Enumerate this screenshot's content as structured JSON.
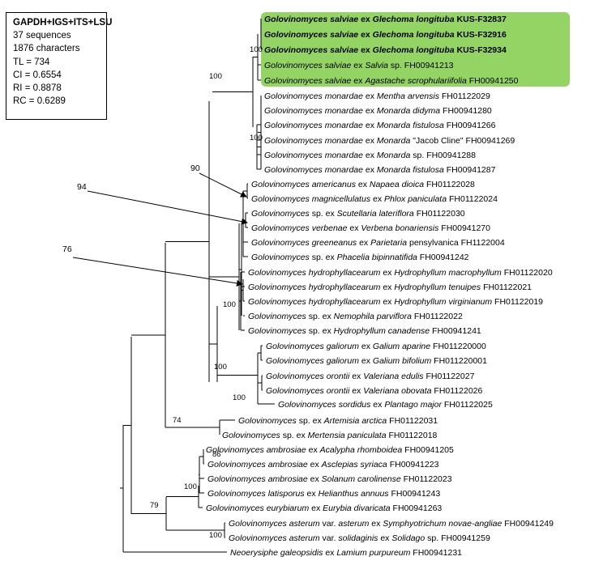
{
  "stats": {
    "title": "GAPDH+IGS+ITS+LSU",
    "lines": [
      "37 sequences",
      "1876 characters",
      "TL = 734",
      "CI = 0.6554",
      "RI = 0.8878",
      "RC = 0.6289"
    ]
  },
  "highlight_color": "#93d465",
  "taxa": [
    {
      "segments": [
        [
          "Golovinomyces salviae",
          true
        ],
        [
          " ex ",
          false
        ],
        [
          "Glechoma longituba",
          true
        ],
        [
          " KUS-F32837",
          false
        ]
      ],
      "bold": true
    },
    {
      "segments": [
        [
          "Golovinomyces salviae",
          true
        ],
        [
          " ex ",
          false
        ],
        [
          "Glechoma longituba",
          true
        ],
        [
          " KUS-F32916",
          false
        ]
      ],
      "bold": true
    },
    {
      "segments": [
        [
          "Golovinomyces salviae",
          true
        ],
        [
          " ex ",
          false
        ],
        [
          "Glechoma longituba",
          true
        ],
        [
          " KUS-F32934",
          false
        ]
      ],
      "bold": true
    },
    {
      "segments": [
        [
          "Golovinomyces salviae",
          true
        ],
        [
          " ex ",
          false
        ],
        [
          "Salvia",
          true
        ],
        [
          " sp. FH00941213",
          false
        ]
      ]
    },
    {
      "segments": [
        [
          "Golovinomyces salviae",
          true
        ],
        [
          " ex ",
          false
        ],
        [
          "Agastache scrophulariifolia",
          true
        ],
        [
          " FH00941250",
          false
        ]
      ]
    },
    {
      "segments": [
        [
          "Golovinomyces monardae",
          true
        ],
        [
          " ex ",
          false
        ],
        [
          "Mentha arvensis",
          true
        ],
        [
          " FH01122029",
          false
        ]
      ]
    },
    {
      "segments": [
        [
          "Golovinomyces monardae",
          true
        ],
        [
          " ex ",
          false
        ],
        [
          "Monarda didyma",
          true
        ],
        [
          " FH00941280",
          false
        ]
      ]
    },
    {
      "segments": [
        [
          "Golovinomyces monardae",
          true
        ],
        [
          " ex ",
          false
        ],
        [
          "Monarda fistulosa",
          true
        ],
        [
          " FH00941266",
          false
        ]
      ]
    },
    {
      "segments": [
        [
          "Golovinomyces monardae",
          true
        ],
        [
          " ex ",
          false
        ],
        [
          "Monarda",
          true
        ],
        [
          " \"Jacob Cline\" FH00941269",
          false
        ]
      ]
    },
    {
      "segments": [
        [
          "Golovinomyces monardae",
          true
        ],
        [
          " ex ",
          false
        ],
        [
          "Monarda",
          true
        ],
        [
          " sp. FH00941288",
          false
        ]
      ]
    },
    {
      "segments": [
        [
          "Golovinomyces monardae",
          true
        ],
        [
          " ex ",
          false
        ],
        [
          "Monarda fistulosa",
          true
        ],
        [
          " FH00941287",
          false
        ]
      ]
    },
    {
      "segments": [
        [
          "Golovinomyces americanus",
          true
        ],
        [
          " ex ",
          false
        ],
        [
          "Napaea dioica",
          true
        ],
        [
          " FH01122028",
          false
        ]
      ]
    },
    {
      "segments": [
        [
          "Golovinomyces magnicellulatus",
          true
        ],
        [
          " ex ",
          false
        ],
        [
          "Phlox paniculata",
          true
        ],
        [
          " FH01122024",
          false
        ]
      ]
    },
    {
      "segments": [
        [
          "Golovinomyces",
          true
        ],
        [
          " sp. ex ",
          false
        ],
        [
          "Scutellaria lateriflora",
          true
        ],
        [
          " FH01122030",
          false
        ]
      ]
    },
    {
      "segments": [
        [
          "Golovinomyces verbenae",
          true
        ],
        [
          " ex ",
          false
        ],
        [
          "Verbena bonariensis",
          true
        ],
        [
          " FH00941270",
          false
        ]
      ]
    },
    {
      "segments": [
        [
          "Golovinomyces greeneanus",
          true
        ],
        [
          " ex ",
          false
        ],
        [
          "Parietaria",
          true
        ],
        [
          " pensylvanica FH1122004",
          false
        ]
      ]
    },
    {
      "segments": [
        [
          "Golovinomyces",
          true
        ],
        [
          " sp. ex ",
          false
        ],
        [
          "Phacelia bipinnatifida",
          true
        ],
        [
          " FH00941242",
          false
        ]
      ]
    },
    {
      "segments": [
        [
          "Golovinomyces hydrophyllacearum",
          true
        ],
        [
          " ex ",
          false
        ],
        [
          "Hydrophyllum macrophyllum",
          true
        ],
        [
          " FH01122020",
          false
        ]
      ]
    },
    {
      "segments": [
        [
          "Golovinomyces hydrophyllacearum",
          true
        ],
        [
          " ex ",
          false
        ],
        [
          "Hydrophyllum tenuipes",
          true
        ],
        [
          " FH01122021",
          false
        ]
      ]
    },
    {
      "segments": [
        [
          "Golovinomyces hydrophyllacearum",
          true
        ],
        [
          " ex ",
          false
        ],
        [
          "Hydrophyllum virginianum",
          true
        ],
        [
          " FH01122019",
          false
        ]
      ]
    },
    {
      "segments": [
        [
          "Golovinomyces",
          true
        ],
        [
          " sp. ex ",
          false
        ],
        [
          "Nemophila parviflora",
          true
        ],
        [
          " FH01122022",
          false
        ]
      ]
    },
    {
      "segments": [
        [
          "Golovinomyces",
          true
        ],
        [
          " sp. ex ",
          false
        ],
        [
          "Hydrophyllum canadense",
          true
        ],
        [
          " FH00941241",
          false
        ]
      ]
    },
    {
      "segments": [
        [
          "Golovinomyces galiorum",
          true
        ],
        [
          " ex ",
          false
        ],
        [
          "Galium aparine",
          true
        ],
        [
          " FH011220000",
          false
        ]
      ]
    },
    {
      "segments": [
        [
          "Golovinomyces galiorum",
          true
        ],
        [
          " ex ",
          false
        ],
        [
          "Galium bifolium",
          true
        ],
        [
          " FH011220001",
          false
        ]
      ]
    },
    {
      "segments": [
        [
          "Golovinomyces orontii",
          true
        ],
        [
          " ex ",
          false
        ],
        [
          "Valeriana edulis",
          true
        ],
        [
          " FH01122027",
          false
        ]
      ]
    },
    {
      "segments": [
        [
          "Golovinomyces orontii",
          true
        ],
        [
          " ex ",
          false
        ],
        [
          "Valeriana obovata",
          true
        ],
        [
          " FH01122026",
          false
        ]
      ]
    },
    {
      "segments": [
        [
          "Golovinomyces sordidus",
          true
        ],
        [
          " ex ",
          false
        ],
        [
          "Plantago major",
          true
        ],
        [
          " FH01122025",
          false
        ]
      ]
    },
    {
      "segments": [
        [
          "Golovinomyces",
          true
        ],
        [
          " sp. ex ",
          false
        ],
        [
          "Artemisia arctica",
          true
        ],
        [
          " FH01122031",
          false
        ]
      ]
    },
    {
      "segments": [
        [
          "Golovinomyces",
          true
        ],
        [
          " sp. ex ",
          false
        ],
        [
          "Mertensia paniculata",
          true
        ],
        [
          " FH01122018",
          false
        ]
      ]
    },
    {
      "segments": [
        [
          "Golovinomyces ambrosiae",
          true
        ],
        [
          " ex ",
          false
        ],
        [
          "Acalypha rhomboidea",
          true
        ],
        [
          " FH00941205",
          false
        ]
      ]
    },
    {
      "segments": [
        [
          "Golovinomyces ambrosiae",
          true
        ],
        [
          " ex ",
          false
        ],
        [
          "Asclepias syriaca",
          true
        ],
        [
          " FH00941223",
          false
        ]
      ]
    },
    {
      "segments": [
        [
          "Golovinomyces ambrosiae",
          true
        ],
        [
          " ex ",
          false
        ],
        [
          "Solanum carolinense",
          true
        ],
        [
          " FH01122023",
          false
        ]
      ]
    },
    {
      "segments": [
        [
          "Golovinomyces latisporus",
          true
        ],
        [
          " ex ",
          false
        ],
        [
          "Helianthus annuus",
          true
        ],
        [
          " FH00941243",
          false
        ]
      ]
    },
    {
      "segments": [
        [
          "Golovinomyces eurybiarum",
          true
        ],
        [
          " ex ",
          false
        ],
        [
          "Eurybia divaricata",
          true
        ],
        [
          " FH00941263",
          false
        ]
      ]
    },
    {
      "segments": [
        [
          "Golovinomyces asterum",
          true
        ],
        [
          " var. ",
          false
        ],
        [
          "asterum",
          true
        ],
        [
          " ex ",
          false
        ],
        [
          "Symphyotrichum novae-angliae",
          true
        ],
        [
          " FH00941249",
          false
        ]
      ]
    },
    {
      "segments": [
        [
          "Golovinomyces asterum",
          true
        ],
        [
          " var. ",
          false
        ],
        [
          "solidaginis",
          true
        ],
        [
          " ex ",
          false
        ],
        [
          "Solidago",
          true
        ],
        [
          " sp. FH00941259",
          false
        ]
      ]
    },
    {
      "segments": [
        [
          "Neoerysiphe galeopsidis",
          true
        ],
        [
          " ex ",
          false
        ],
        [
          "Lamium purpureum",
          true
        ],
        [
          " FH00941231",
          false
        ]
      ]
    }
  ],
  "support_values": [
    "100",
    "100",
    "100",
    "90",
    "94",
    "76",
    "100",
    "100",
    "100",
    "74",
    "86",
    "100",
    "79",
    "100"
  ]
}
